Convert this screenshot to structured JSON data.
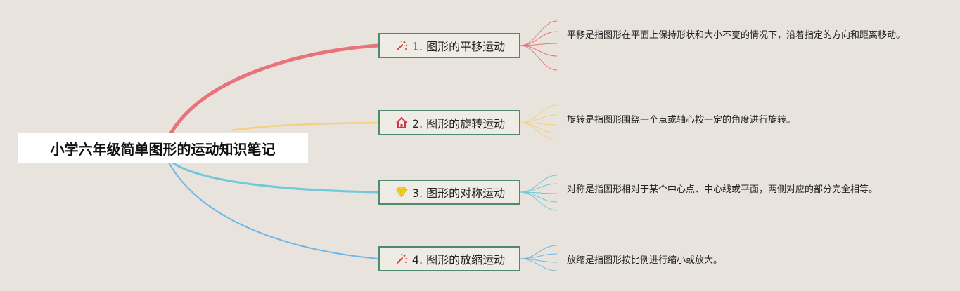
{
  "root": {
    "title": "小学六年级简单图形的运动知识笔记"
  },
  "branches": [
    {
      "icon": "magic-wand-icon",
      "label": "1. 图形的平移运动",
      "note": "平移是指图形在平面上保持形状和大小不变的情况下，沿着指定的方向和距离移动。",
      "color": "#e8737a"
    },
    {
      "icon": "house-icon",
      "label": "2. 图形的旋转运动",
      "note": "旋转是指图形围绕一个点或轴心按一定的角度进行旋转。",
      "color": "#f5d07e"
    },
    {
      "icon": "gem-icon",
      "label": "3. 图形的对称运动",
      "note": "对称是指图形相对于某个中心点、中心线或平面，两侧对应的部分完全相等。",
      "color": "#6fc9d9"
    },
    {
      "icon": "magic-wand-icon",
      "label": "4. 图形的放缩运动",
      "note": "放缩是指图形按比例进行缩小或放大。",
      "color": "#6eb6e6"
    }
  ]
}
